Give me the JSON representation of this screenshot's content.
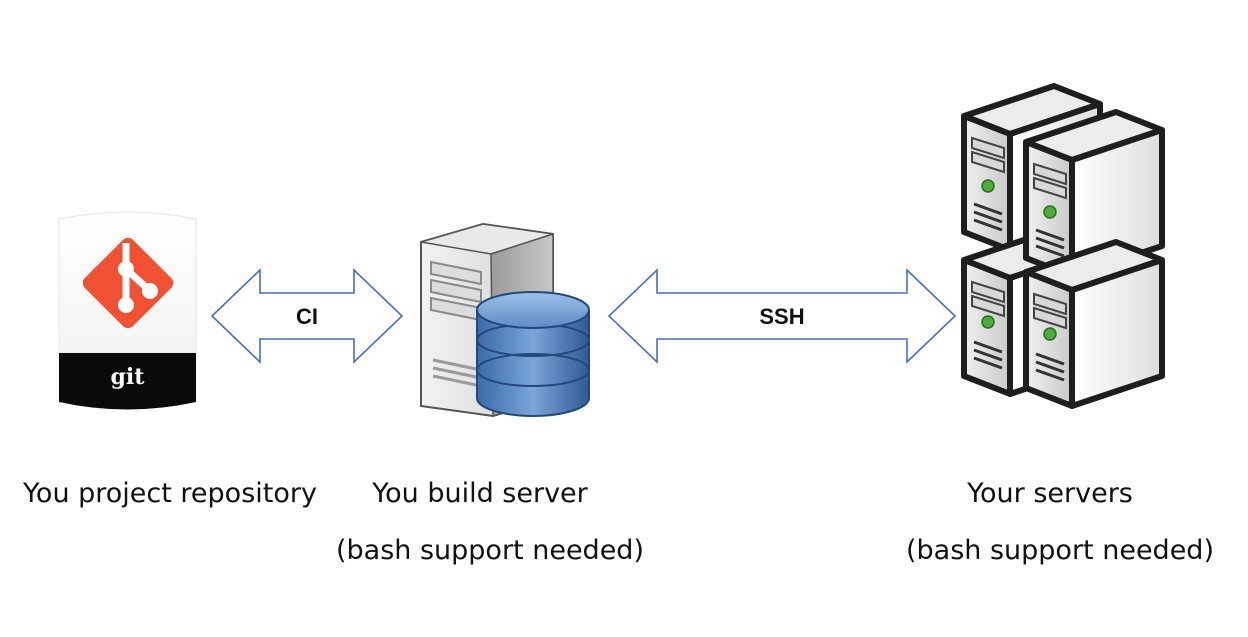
{
  "nodes": {
    "repo": {
      "icon": "git-logo-icon",
      "badge_text": "git",
      "accent_color": "#f05133",
      "caption": "You project repository"
    },
    "build": {
      "icon": "build-server-database-icon",
      "caption_line1": "You build server",
      "caption_line2": "(bash support needed)"
    },
    "servers": {
      "icon": "server-rack-cluster-icon",
      "caption_line1": "Your servers",
      "caption_line2": "(bash support needed)"
    }
  },
  "connections": {
    "ci": {
      "label": "CI",
      "direction": "bidirectional",
      "stroke_color": "#4a6fb5"
    },
    "ssh": {
      "label": "SSH",
      "direction": "bidirectional",
      "stroke_color": "#4a6fb5"
    }
  }
}
